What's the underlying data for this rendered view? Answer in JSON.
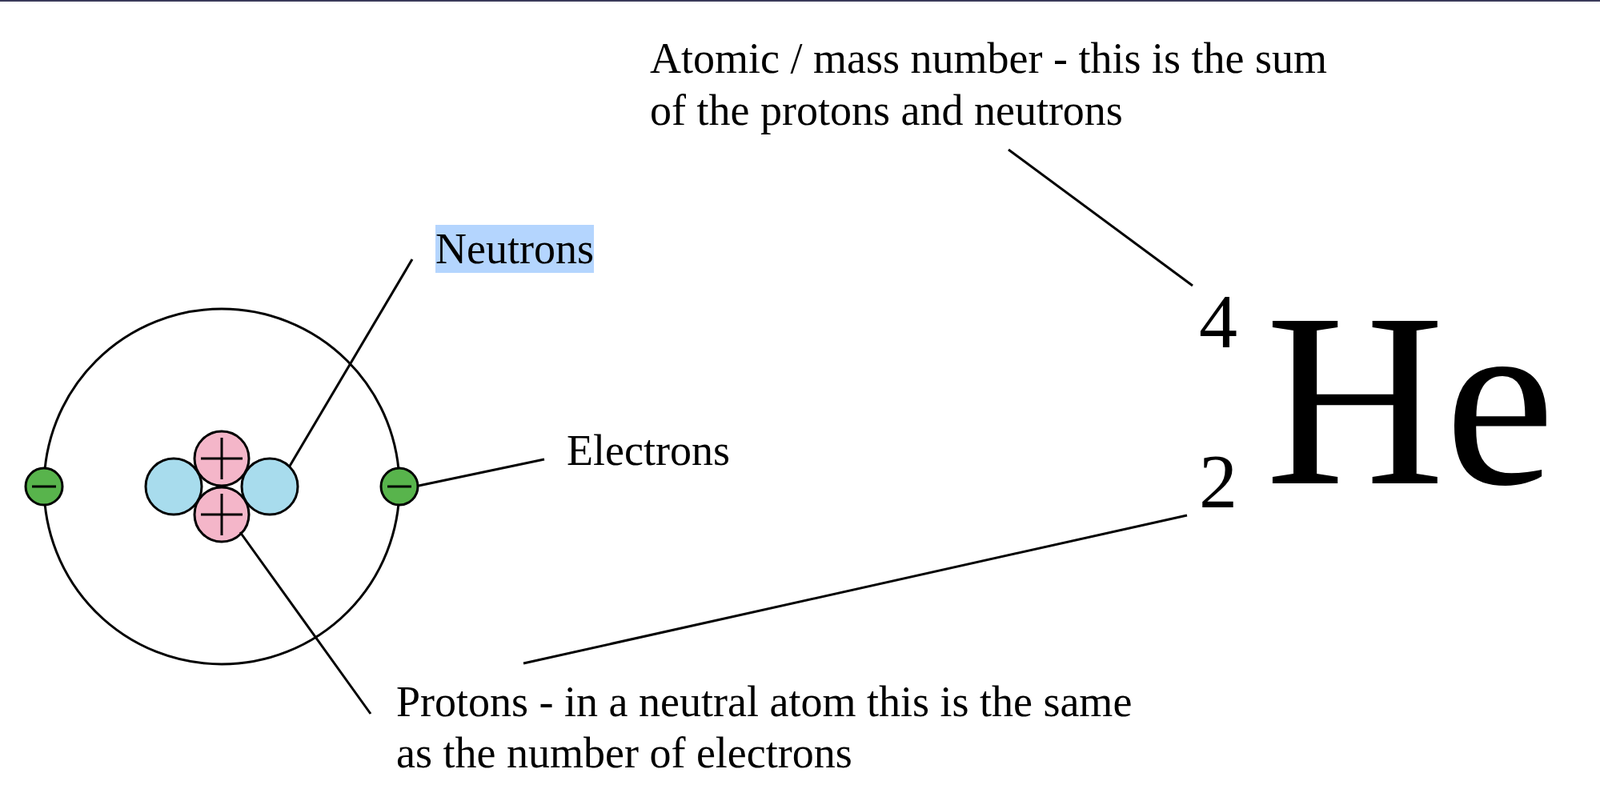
{
  "diagram": {
    "labels": [
      "Atomic / mass number - this is the sum of the protons and neutrons",
      "Neutrons",
      "Electrons",
      "4",
      "He",
      "2",
      "Protons - in a neutral atom this is the same as the number of electrons"
    ]
  }
}
